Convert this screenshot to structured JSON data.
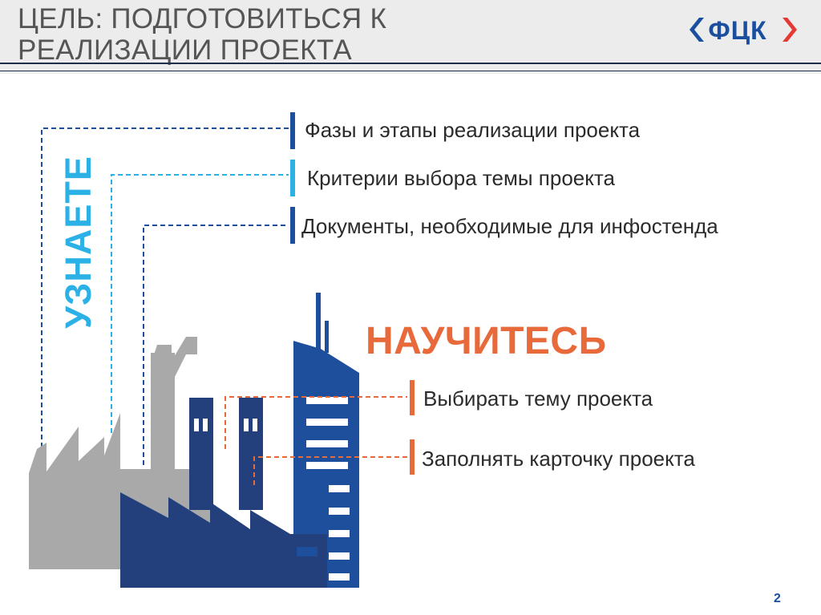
{
  "title": {
    "line1": "ЦЕЛЬ: ПОДГОТОВИТЬСЯ К",
    "line2": "РЕАЛИЗАЦИИ ПРОЕКТА"
  },
  "logo": {
    "text": "ФЦК"
  },
  "learn": {
    "heading": "УЗНАЕТЕ",
    "items": [
      "Фазы и этапы реализации проекта",
      "Критерии выбора темы проекта",
      "Документы, необходимые для инфостенда"
    ]
  },
  "skills": {
    "heading": "НАУЧИТЕСЬ",
    "items": [
      "Выбирать тему проекта",
      "Заполнять карточку проекта"
    ]
  },
  "page_number": "2",
  "colors": {
    "header_bg": "#ececec",
    "learn_accent": "#2bb1e6",
    "skills_accent": "#e8693a",
    "building_blue": "#1e4f9c",
    "factory_navy": "#233f7c",
    "factory_gray": "#a8a8a8"
  }
}
